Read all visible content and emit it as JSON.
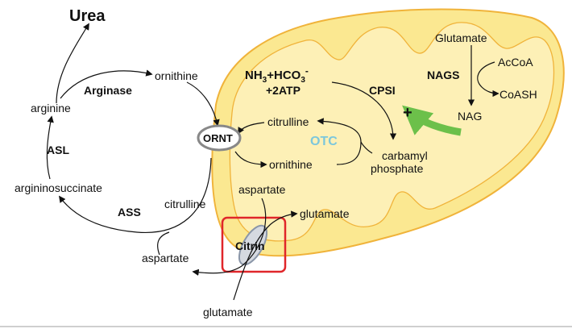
{
  "labels": {
    "urea": "Urea",
    "ornithine_top": "ornithine",
    "arginase": "Arginase",
    "arginine": "arginine",
    "asl": "ASL",
    "argininosuccinate": "argininosuccinate",
    "ass": "ASS",
    "citrulline_cyto": "citrulline",
    "aspartate_cyto": "aspartate",
    "glutamate_bottom": "glutamate",
    "ornt": "ORNT",
    "citrin": "Citrin",
    "aspartate_mito": "aspartate",
    "glutamate_mito": "glutamate",
    "citrulline_mito": "citrulline",
    "ornithine_mito": "ornithine",
    "otc": "OTC",
    "nh3_part1": "NH",
    "nh3_sub": "3",
    "nh3_part2": "+HCO",
    "hco3_sub": "3",
    "hco3_sup": "-",
    "atp": "+2ATP",
    "cpsi": "CPSI",
    "carbamyl1": "carbamyl",
    "carbamyl2": "phosphate",
    "glutamate_nags": "Glutamate",
    "nags": "NAGS",
    "acoa": "AcCoA",
    "coash": "CoASH",
    "nag": "NAG",
    "plus": "+"
  },
  "colors": {
    "mito_fill": "#fbe891",
    "mito_inner": "#fdf0b6",
    "mito_stroke": "#f0b33a",
    "otc": "#7cc7dc",
    "highlight_box": "#e0262a",
    "activation_arrow": "#6cc04a"
  }
}
